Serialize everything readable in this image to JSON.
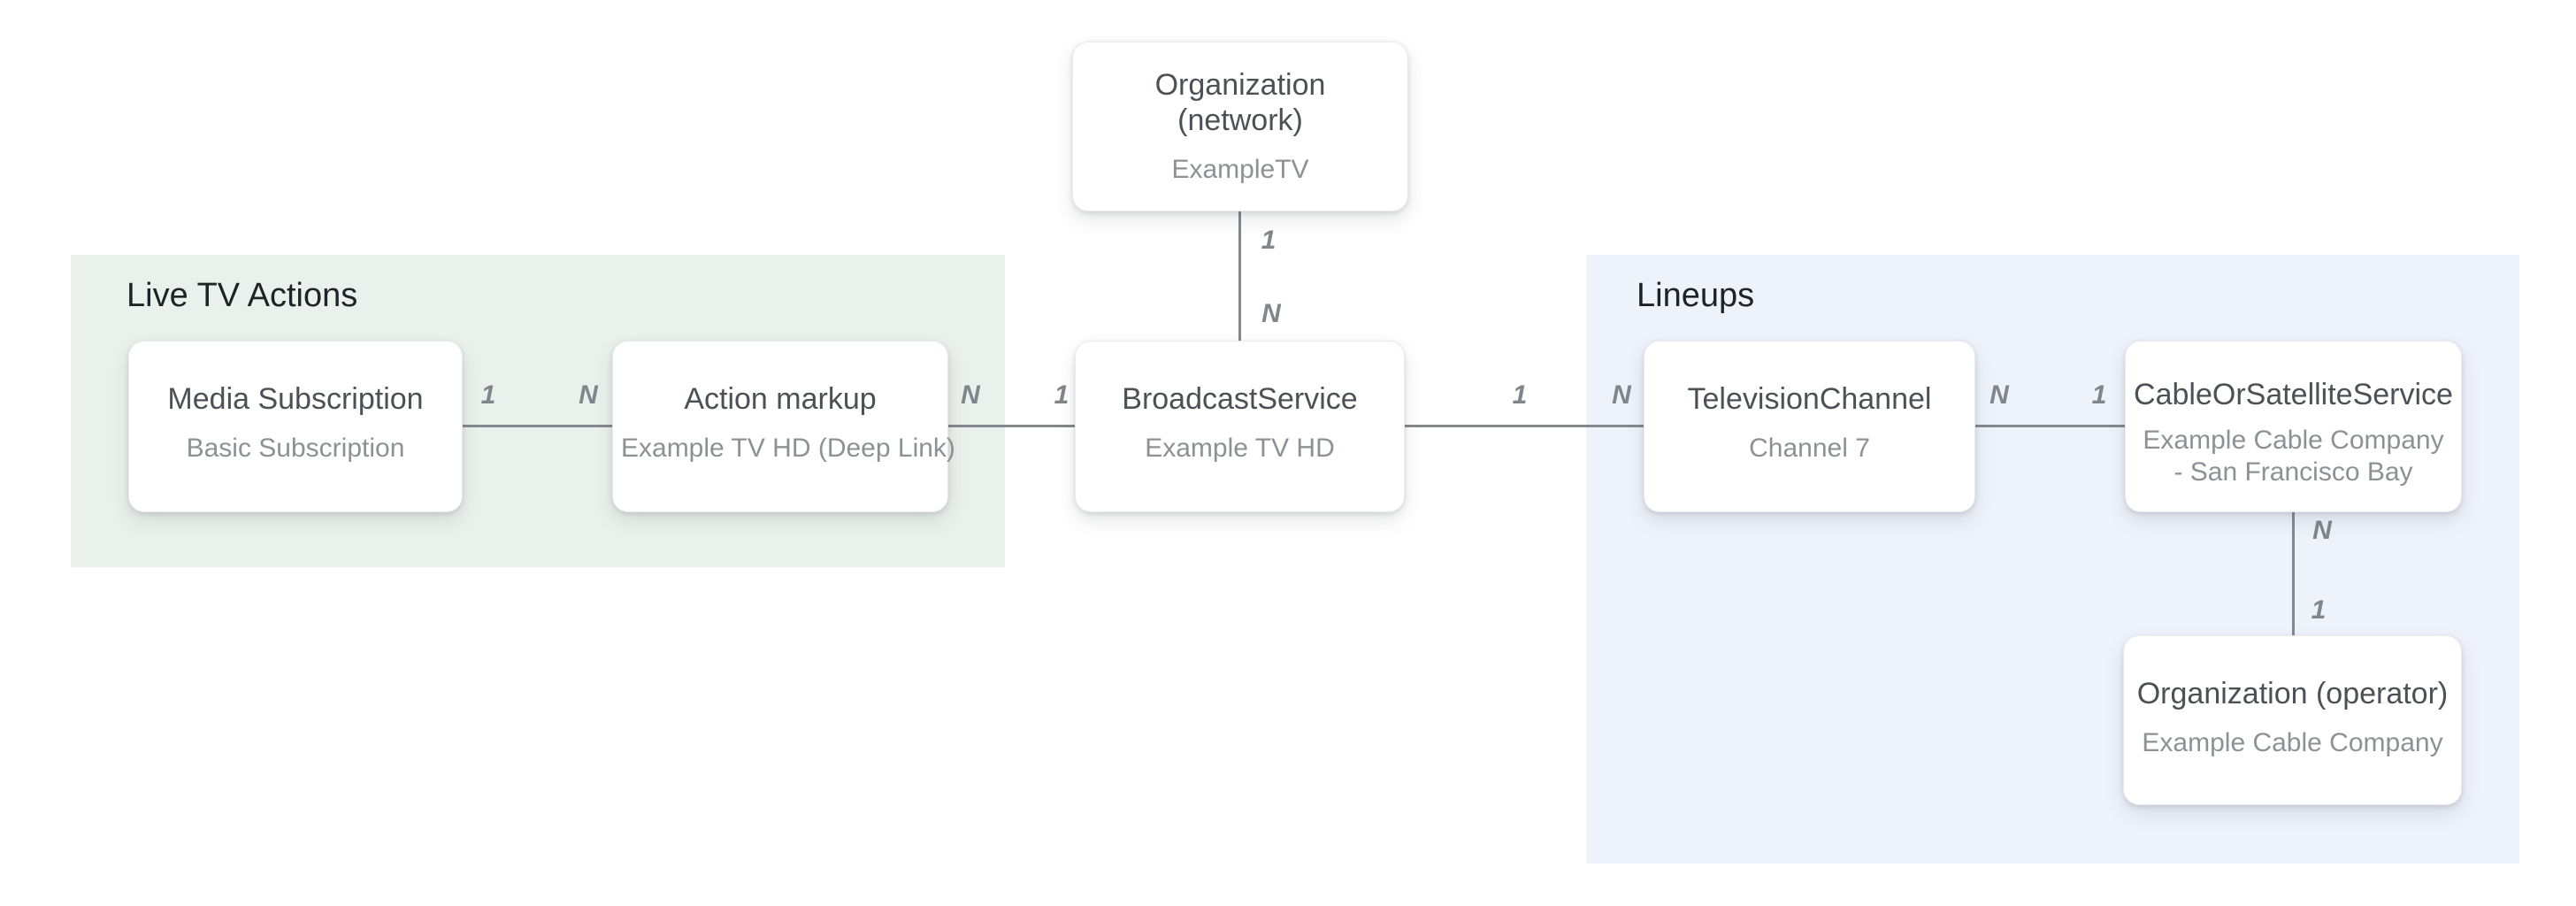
{
  "diagram": {
    "description": "Entity relationship diagram linking Live TV Actions markup entities to TV lineup entities through a BroadcastService"
  },
  "regions": [
    {
      "id": "live-tv-actions",
      "label": "Live TV Actions",
      "color": "#eaf1ec"
    },
    {
      "id": "lineups",
      "label": "Lineups",
      "color": "#eef2fb"
    }
  ],
  "nodes": [
    {
      "id": "org-network",
      "title": "Organization (network)",
      "title_lines": [
        "Organization",
        "(network)"
      ],
      "subtitle": "ExampleTV"
    },
    {
      "id": "media-subscription",
      "title": "Media Subscription",
      "subtitle": "Basic Subscription"
    },
    {
      "id": "action-markup",
      "title": "Action markup",
      "subtitle": "Example TV HD (Deep Link)"
    },
    {
      "id": "broadcast-service",
      "title": "BroadcastService",
      "subtitle": "Example TV HD"
    },
    {
      "id": "television-channel",
      "title": "TelevisionChannel",
      "subtitle": "Channel 7"
    },
    {
      "id": "cable-or-satellite-service",
      "title": "CableOrSatelliteService",
      "subtitle": "Example Cable Company - San Francisco Bay"
    },
    {
      "id": "org-operator",
      "title": "Organization (operator)",
      "subtitle": "Example Cable Company"
    }
  ],
  "edges": [
    {
      "from": "org-network",
      "to": "broadcast-service",
      "from_card": "1",
      "to_card": "N"
    },
    {
      "from": "media-subscription",
      "to": "action-markup",
      "from_card": "1",
      "to_card": "N"
    },
    {
      "from": "action-markup",
      "to": "broadcast-service",
      "from_card": "N",
      "to_card": "1"
    },
    {
      "from": "broadcast-service",
      "to": "television-channel",
      "from_card": "1",
      "to_card": "N"
    },
    {
      "from": "television-channel",
      "to": "cable-or-satellite-service",
      "from_card": "N",
      "to_card": "1"
    },
    {
      "from": "cable-or-satellite-service",
      "to": "org-operator",
      "from_card": "N",
      "to_card": "1"
    }
  ],
  "colors": {
    "background": "#ffffff",
    "node_fill": "#ffffff",
    "node_title_text": "#4d5156",
    "node_subtitle_text": "#8d9196",
    "region_label_text": "#1f2328",
    "edge_line": "#85898d",
    "cardinality_text": "#80868b",
    "live_tv_region_fill": "#eaf1ec",
    "lineups_region_fill": "#eef2fb"
  }
}
